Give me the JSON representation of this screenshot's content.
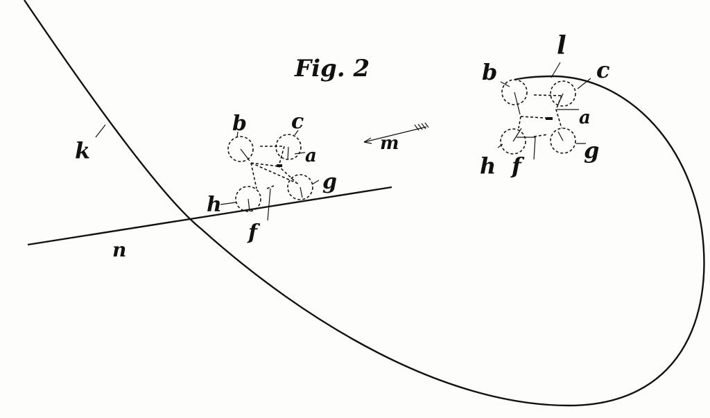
{
  "figure": {
    "title": "Fig. 2",
    "curve_label": "k",
    "line_label": "n",
    "arrow_label": "m",
    "curve_top_label": "l",
    "cluster_left": {
      "b": "b",
      "c": "c",
      "a": "a",
      "g": "g",
      "h": "h",
      "f": "f"
    },
    "cluster_right": {
      "b": "b",
      "c": "c",
      "a": "a",
      "g": "g",
      "h": "h",
      "f": "f"
    }
  }
}
